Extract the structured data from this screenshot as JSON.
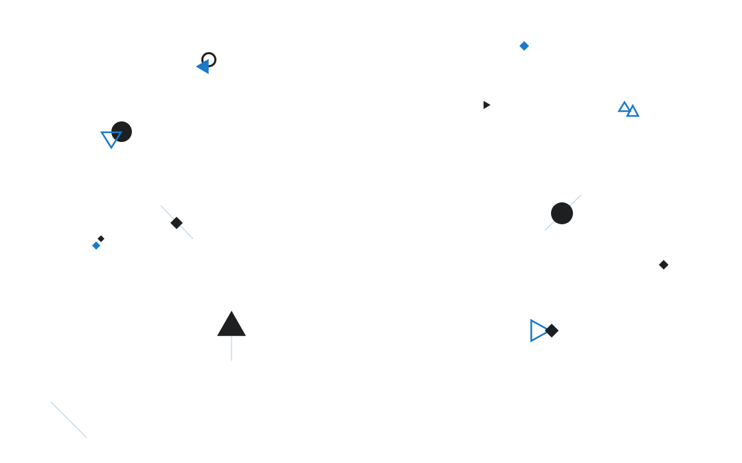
{
  "colors": {
    "background": "#ffffff",
    "dark": "#1e1f21",
    "blue": "#1a7acb",
    "line": "#a9cdea"
  },
  "shapes": [
    {
      "name": "open-circle-icon",
      "kind": "ring",
      "color": "dark"
    },
    {
      "name": "triangle-left-icon",
      "kind": "triangle-left-filled",
      "color": "blue"
    },
    {
      "name": "diamond-icon",
      "kind": "diamond-filled",
      "color": "blue"
    },
    {
      "name": "triangle-right-icon",
      "kind": "triangle-right-filled",
      "color": "dark"
    },
    {
      "name": "twin-triangles-icon",
      "kind": "twin-triangles-outline",
      "color": "blue"
    },
    {
      "name": "filled-circle-icon",
      "kind": "circle-filled",
      "color": "dark"
    },
    {
      "name": "triangle-down-icon",
      "kind": "triangle-down-outline",
      "color": "blue"
    },
    {
      "name": "diamond-icon",
      "kind": "diamond-filled",
      "color": "dark"
    },
    {
      "name": "diamond-icon",
      "kind": "diamond-filled",
      "color": "dark"
    },
    {
      "name": "diamond-icon",
      "kind": "diamond-filled",
      "color": "blue"
    },
    {
      "name": "filled-circle-icon",
      "kind": "circle-filled",
      "color": "dark"
    },
    {
      "name": "diamond-icon",
      "kind": "diamond-filled",
      "color": "dark"
    },
    {
      "name": "triangle-up-icon",
      "kind": "triangle-up-filled",
      "color": "dark"
    },
    {
      "name": "triangle-right-icon",
      "kind": "triangle-right-outline",
      "color": "blue"
    },
    {
      "name": "diamond-icon",
      "kind": "diamond-filled",
      "color": "dark"
    },
    {
      "name": "diamond-icon",
      "kind": "diamond-filled",
      "color": "dark"
    }
  ],
  "lines": [
    {
      "name": "diagonal-line",
      "color": "line"
    },
    {
      "name": "diagonal-line",
      "color": "line"
    },
    {
      "name": "vertical-line",
      "color": "line"
    },
    {
      "name": "diagonal-line",
      "color": "line"
    }
  ]
}
